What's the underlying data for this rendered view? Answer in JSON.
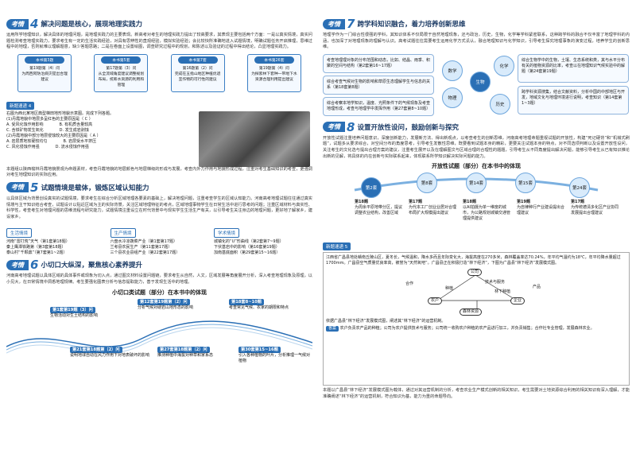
{
  "left": {
    "s4": {
      "tag": "考情",
      "num": "4",
      "title": "解决问题是核心，展现地理实践力",
      "para": "运用所学地理知识，解决具体的地理问题，是地理实践力的主要表现。新高考对考生的地理实践力提出了较高要求，其表现主要包括两个方面：一是以真实情境，真实问题检测考查地理实践力，要求考生有一定的生活实践经验，对具有思辨性的直观经验，模拟实验经验；会比较快所准确地进入试题情境，明确试题任务开启推理，思维过程中的地理，否则就难以理解题意，缺少答题思路；二是在卷面上设置绘图，调查研究过程中的规划，和陈述以及验证的过程中得出结论，凸显地理实践力。",
      "cards": [
        {
          "tag": "本书第3题",
          "sub": "第19题第（4）问",
          "text": "为周西阿防治病灾提出合理建议"
        },
        {
          "tag": "本书第5套",
          "sub": "第17题第（3）问",
          "text": "从全流域角度建议调整规划布局，统筹水资源的利用和管理"
        },
        {
          "tag": "本书第7套",
          "sub": "第16题第（2）问",
          "text": "完成在五指山地区种植优适宜作物的可行性的建议"
        },
        {
          "tag": "本书第26套",
          "sub": "第19题第（4）问",
          "text": "为探索林下套种一带地下水资源合理利用提出建议"
        }
      ]
    },
    "news4": {
      "tab": "新题速递 4",
      "q": "右图为西北某地区典型梯田地形地貌示意图。完成下列各题。",
      "q1": "(1)丹霞地貌中地层多呈红色的主要原因是（ C ）",
      "optA": "A. 受风化蚀作用影响",
      "optB": "B. 有机质含量较高",
      "optC": "C. 含铁矿物发生氧化",
      "optD": "D. 发生成岩剥蚀",
      "q2": "(2)丹霞地貌中部分地层侵蚀较大的主要原因是（ A ）",
      "optA2": "A. 岩层质地软硬较均匀",
      "optB2": "B. 岩层受水平挤压",
      "optC2": "C. 风化侵蚀作用强",
      "optD2": "D. 流水侵蚀作用强",
      "ans": "本题组以陕西榆林丹霞地貌景观为命题素材，考查丹霞地貌的地层颜色与地层梯级的形成与发展，考查内外力作用与地貌形成过程，注重对考生基础知识的考查，更强调对考生地理知识的实际应用。"
    },
    "s5": {
      "tag": "考情",
      "num": "5",
      "title": "试题情境是载体，锻炼区域认知能力",
      "para": "以具体区域为背景创设真实的试题情境，要求考生在综合分析区域地理各要素的基础上，解决地理问题，注重考查学生的区域认知能力。河南高考地理试题往往通过真实情境与主干知识结合考查，试题设计以贴近区域为主的实际背景，关注区域地理特征的考点，区域地理事物学生在日常生活中进行思考的问题；注重区域材料与真实性、科学性，考查考生对地理问题的思维流程与研究能力，试题情境注重设立在时代背景中与现实学生生活生产有关，以引导考生关注身边的地理问题，更好地了解家乡，建设家乡。",
      "boxes": [
        {
          "head": "生活情境",
          "l1": "河南“雷打荒”天气（第1套第18题）",
          "l2": "秦上鹰潭铁路第（第3套第18题）",
          "l3": "泰山村“千颗鼎”（第7套第1~2题）"
        },
        {
          "head": "生产情境",
          "l1": "六盘水冷凉蔬菜产业（第1套第17题）",
          "l2": "兰考县农民生产（第11套第17题）",
          "l3": "三个县农业县组产业（第22套第17题）"
        },
        {
          "head": "学术情境",
          "l1": "城镇化的“U”形曲线（第2套第7~9题）",
          "l2": "下伏基岩中的影响（第16套第19题）",
          "l3": "加南基底面积（第29套第15~16题）"
        }
      ]
    },
    "s6": {
      "tag": "考情",
      "num": "6",
      "title": "小切口大纵深，聚焦核心素养提升",
      "para": "河南高考地理试题以具体区域的具体事件或现象为切入点，通过图文材料设置问题链，要求考生从自然，人文，区域发展等角度展开分析，深入考查地理现象及原理，以小见大，在日常情境中洞悉地理规律。考生要强化图表分析与信息提取能力，善于发现生活中的地理。",
      "chart_title": "小切口类试题（部分）在本书中的体现",
      "stages": [
        {
          "head": "第1套第19题（3）问",
          "txt": "生物活动对生土结构的影响"
        },
        {
          "head": "第12套第19题第（2）问",
          "txt": "分析气候对硬岩山地形态的影响"
        },
        {
          "head": "第18套8~10题",
          "txt": "考查常见气候、农家的期限和特点"
        },
        {
          "head": "第21套第18题第（2）问",
          "txt": "说明地球自动在风力作用下对地表破坏的影响"
        },
        {
          "head": "第27套第18题第（2）问",
          "txt": "推测种植中海拔对种草和家系态"
        },
        {
          "head": "第30套第15~16题",
          "txt": "引入各种植物的叶片，分析推理一气候对植物"
        }
      ]
    }
  },
  "right": {
    "s7": {
      "tag": "考情",
      "num": "7",
      "title": "跨学科知识融合，着力培养创新思维",
      "para": "地理学作为一门综合性很强的学科，其知识体系不仅局限于自然地理现象，还与政治，历史，生物，化学等学科紧密联系，这种跨学科的融合不仅丰富了地理学科的内涵，也加深了对地理现象的理解与认识。高考试题往往需要考生运用化学方式讥认，融合地理知识与化学知识，引导考生探究地理事象的演变过程，培养学生的创新思维。",
      "left_notes": [
        "考查地理理对象的分布范围和动态，比如、结晶、雨季、积聚的空间与结构（第2套第16~17题）",
        "综合考查气候对生物的影响和草原生态理解学生与信息的关系（第18套第8题）",
        "综合考察本地学知识，温度、光照条件下的气候现象及考查地理形成，考查与地理学中发挥作用（第27套第8~10题）"
      ],
      "subjects": [
        "数学",
        "生物",
        "物理",
        "历史",
        "化学"
      ],
      "right_notes": [
        "综合生物学中的生物，土壤、生态系统和类，其与水平分布有关的植物资源的比率，考查以在地理知识气候实验中的解题（第24套第19题）",
        "跨学科资源搜集，结合文献资料，分析中国的中部地区与开发，地域文化与地理环境进行说明，考查知识（第14套第1~3题）"
      ]
    },
    "s8": {
      "tag": "考情",
      "num": "8",
      "title": "设置开放性设问，鼓励创新与探究",
      "para": "开放性试题注重培养问题意识，深度创新能力，发展新方法、得出新观点，以考查考生的创新思维，河南高考地理命题重视试题的开放性，构建“死记硬背”和“机械式刷题”，试题多从要求综合，对空间分布的角度思考，引导考生发散性思维，既要看到试题本身的精彩，更要关注试题本身的特点，对不同选项判断以及设置开放性设问，关注考生的文化选与提出合理方案的建议，注重考生展开以及在理解图文与区域合理的合理性的题题，引导考生从不同角度提出解决问题，能够引导考生从已有知识推论出新的见解，将具体的内在创新与实际联系起来，体现联系所学知识解决实际问题的能力。",
      "chart_title": "开放性试题（部分）在本书中的体现",
      "circles": [
        "第2套",
        "第8套",
        "第14套",
        "第15套",
        "第24套"
      ],
      "items": [
        {
          "head": "第18题",
          "txt": "为周余平原地带分区，提议调整农业结构，改善区域"
        },
        {
          "head": "第17题",
          "txt": "为代本工厂创业业居对合理布局扩大规模提出建议"
        },
        {
          "head": "第18题",
          "txt": "以AI拍摄为单一维度的城市，为公路规划城镇交通管理提供建议"
        },
        {
          "head": "第19题",
          "txt": "为自律种行产业建设提出合理建议"
        },
        {
          "head": "第17题",
          "txt": "为传统德清多化区产业协同发展提出合理建议"
        }
      ]
    },
    "news5": {
      "tab": "新题速递 5",
      "quote": "江西省广昌县地处赣南丘陵山区，夏冬长，气候温和，降水多而且年际变化大，海拔高度在270多米，森林覆盖率达70.24%，年平均气温约为18℃，年平均降水量超过1700mm。广昌县空气质量优良率高，被誉为“天然氧吧”。广昌县正在积极打造“林下经济”，下图为广昌县“林下经济”发展模式图。",
      "diagram": [
        "公司",
        "技术与服务",
        "农户",
        "森林资源",
        "合作",
        "种植",
        "林下种植",
        "企业",
        "产品"
      ],
      "task": "依据广昌县“林下经济”发展模式图，阐述其“林下经济”的运营机制。",
      "ans_tag": "答案",
      "ans": "农户负责农产品的种植；公司为农户提供技术与服务；公司统一收购农户种植的农产品进行加工，并负责销售；合作社专业管理，发展森林农业。",
      "final": "本题以广昌县“林下经济”发展模式图为载体，通过对其运营机制的分析，考查农业生产模式创新的相关知识，考生需要对土地资源综合利用的相关知识有深入理解，才能准确阐述“林下经济”的运营机制，符合知识为基，能力为重的命题导向。"
    }
  }
}
